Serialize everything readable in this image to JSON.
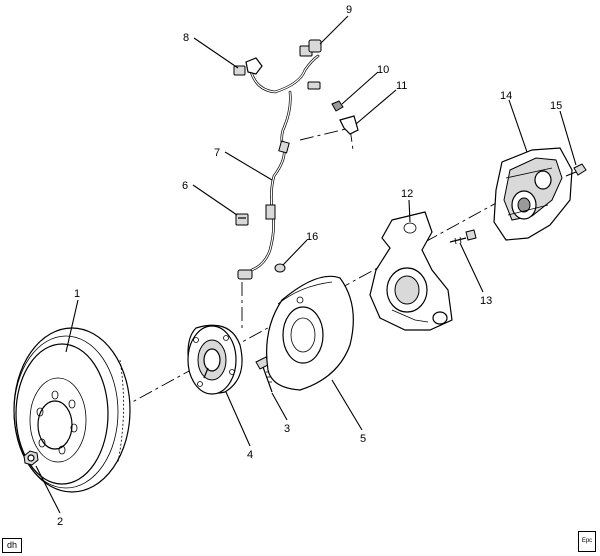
{
  "callouts": {
    "c1": "1",
    "c2": "2",
    "c3": "3",
    "c4": "4",
    "c5": "5",
    "c6": "6",
    "c7": "7",
    "c8": "8",
    "c9": "9",
    "c10": "10",
    "c11": "11",
    "c12": "12",
    "c13": "13",
    "c14": "14",
    "c15": "15",
    "c16": "16"
  },
  "footer": {
    "corner_tag": "dh",
    "logo_text": "Epc"
  }
}
